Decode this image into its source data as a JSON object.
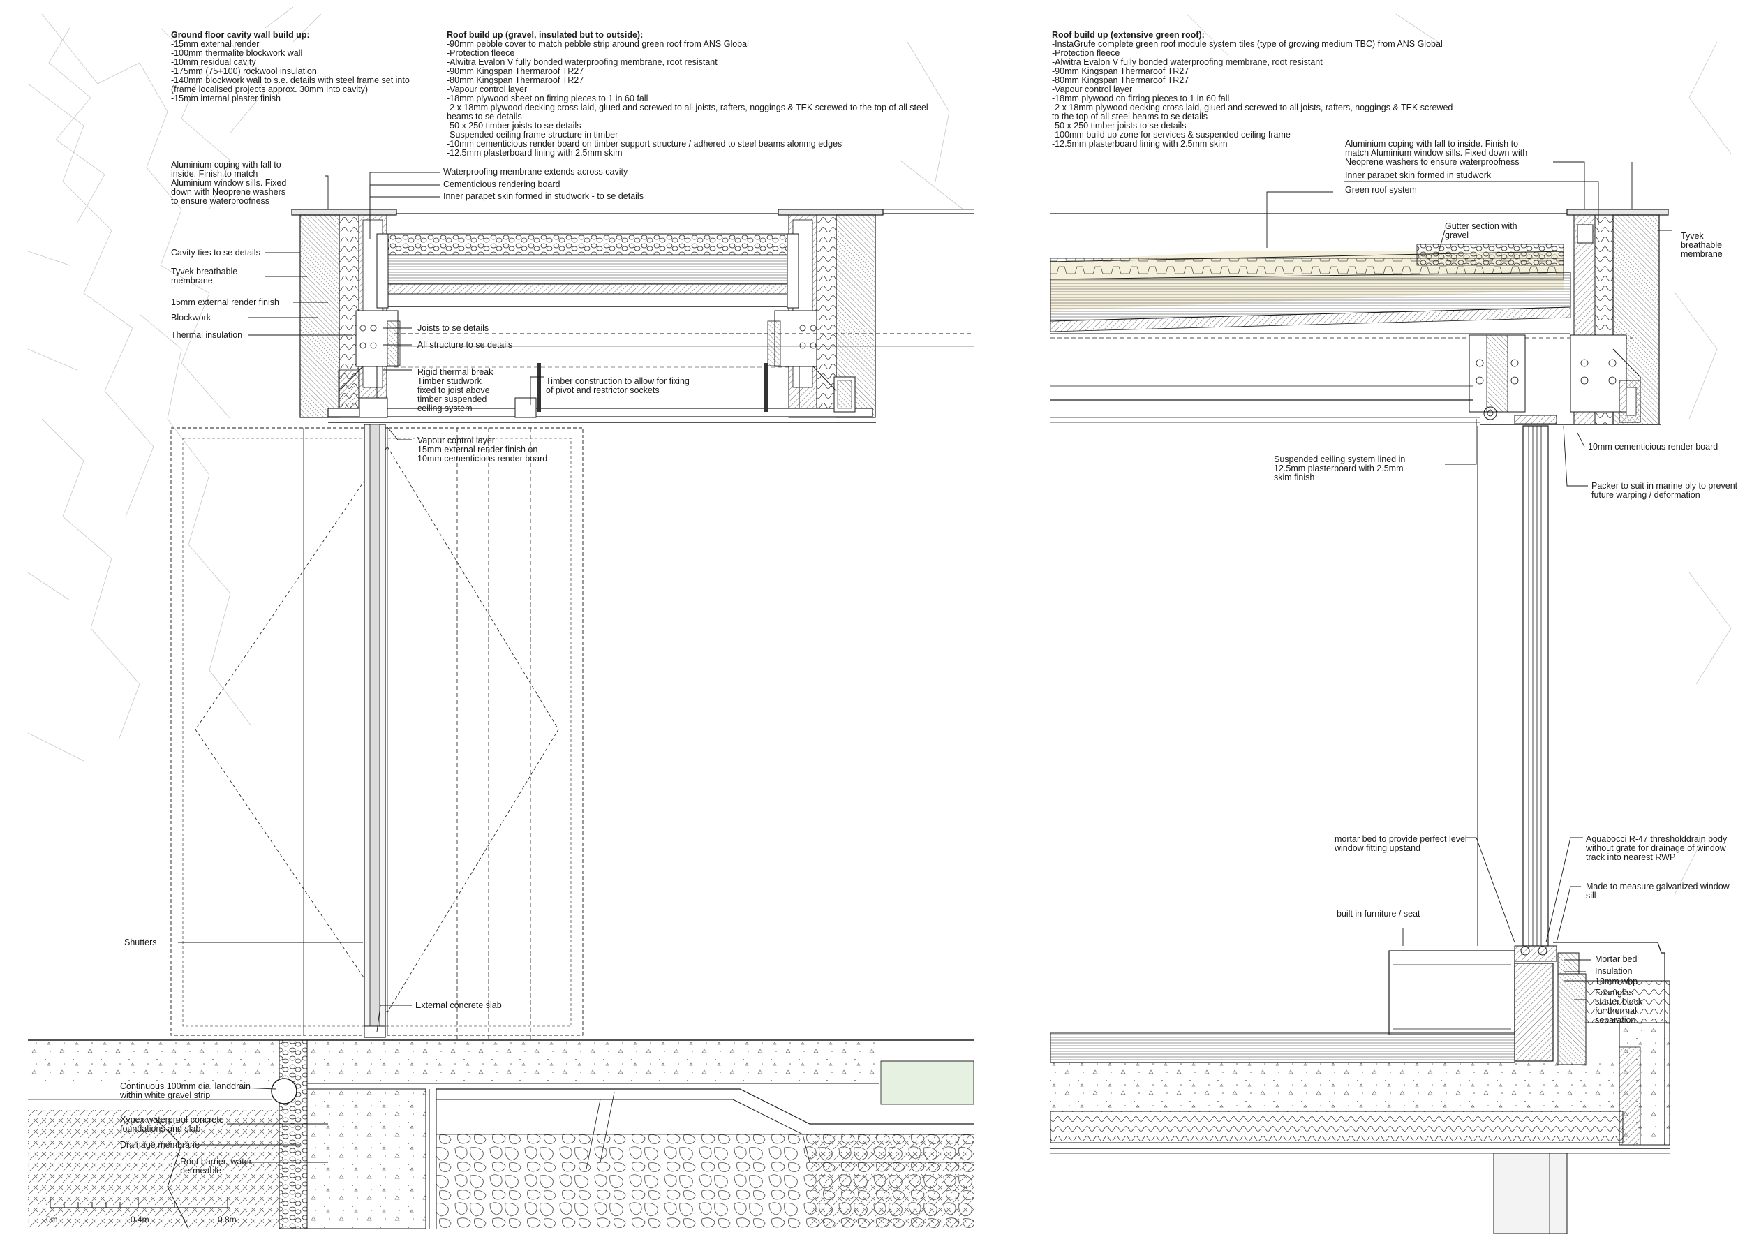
{
  "left_section": {
    "wall_buildup": {
      "title": "Ground floor cavity wall build up:",
      "lines": [
        "-15mm external render",
        "-100mm thermalite blockwork wall",
        "-10mm residual cavity",
        "-175mm (75+100) rockwool insulation",
        "-140mm blockwork wall to s.e. details with steel frame set into",
        "(frame localised projects approx. 30mm into cavity)",
        "-15mm internal plaster finish"
      ]
    },
    "roof_buildup": {
      "title": "Roof build up (gravel, insulated but to outside):",
      "lines": [
        "-90mm pebble cover to match pebble strip around green roof from ANS Global",
        "-Protection fleece",
        "-Alwitra Evalon V fully bonded waterproofing membrane, root resistant",
        "-90mm Kingspan Thermaroof TR27",
        "-80mm Kingspan Thermaroof TR27",
        "-Vapour control layer",
        "-18mm plywood sheet on firring pieces to 1 in 60 fall",
        "-2 x 18mm plywood decking cross laid, glued and screwed to all joists, rafters, noggings & TEK screwed to the top of all steel",
        "beams to se details",
        "-50 x 250 timber joists to se details",
        "-Suspended ceiling frame structure in timber",
        "-10mm cementicious render board on timber support structure / adhered to steel beams alonmg edges",
        "-12.5mm plasterboard lining with 2.5mm skim"
      ]
    },
    "labels": {
      "coping": [
        "Aluminium coping with fall to",
        "inside. Finish to match",
        "Aluminium window sills. Fixed",
        "down with Neoprene washers",
        "to ensure waterproofness"
      ],
      "waterproofing": "Waterproofing membrane extends across cavity",
      "cementicious": "Cementicious rendering board",
      "inner_parapet": "Inner parapet skin formed in studwork - to se details",
      "cavity_ties": "Cavity ties to se details",
      "tyvek": [
        "Tyvek breathable",
        "membrane"
      ],
      "render15": "15mm external render finish",
      "blockwork": "Blockwork",
      "thermal": "Thermal insulation",
      "joists": "Joists to se details",
      "all_structure": "All structure to se details",
      "rigid": [
        "Rigid thermal break",
        "Timber studwork",
        "fixed to joist above",
        "timber suspended",
        "ceiling system"
      ],
      "timber_constr": [
        "Timber construction to allow for fixing",
        "of pivot and restrictor sockets"
      ],
      "vapour": [
        "Vapour control layer",
        "15mm external render finish on",
        "10mm cementicious render board"
      ],
      "shutters": "Shutters",
      "ext_slab": "External concrete slab",
      "landdrain": [
        "Continuous 100mm dia. landdrain",
        "within white gravel strip"
      ],
      "xypex": [
        "Xypex waterproof concrete",
        "foundations and slab"
      ],
      "drainage": "Drainage membrane",
      "root_barrier": [
        "Root barrier, water",
        "permeable"
      ]
    },
    "scale": [
      "0m",
      "0.4m",
      "0.8m"
    ]
  },
  "right_section": {
    "roof_buildup": {
      "title": "Roof build up (extensive green roof):",
      "lines": [
        "-InstaGrufe complete green roof module system tiles (type of growing medium TBC) from ANS Global",
        "-Protection fleece",
        "-Alwitra Evalon V fully bonded waterproofing membrane, root resistant",
        "-90mm Kingspan Thermaroof TR27",
        "-80mm Kingspan Thermaroof TR27",
        "-Vapour control layer",
        "-18mm plywood on firring pieces to 1 in 60 fall",
        "-2 x 18mm plywood decking cross laid, glued and screwed to all joists, rafters, noggings & TEK screwed",
        "to the top of all steel beams to se details",
        "-50 x 250 timber joists to se details",
        "-100mm build up zone for services & suspended ceiling frame",
        "-12.5mm plasterboard lining with 2.5mm skim"
      ]
    },
    "labels": {
      "coping": [
        "Aluminium coping with fall to inside. Finish to",
        "match Aluminium window sills. Fixed down with",
        "Neoprene washers to ensure waterproofness"
      ],
      "inner_parapet": "Inner parapet skin formed in studwork",
      "green_roof": "Green roof system",
      "gutter": [
        "Gutter section with",
        "gravel"
      ],
      "tyvek": [
        "Tyvek",
        "breathable",
        "membrane"
      ],
      "ceiling": [
        "Suspended ceiling system lined in",
        "12.5mm plasterboard with 2.5mm",
        "skim finish"
      ],
      "render_board": "10mm cementicious render board",
      "packer": [
        "Packer to suit in marine ply to prevent",
        "future warping / deformation"
      ],
      "mortar_level": [
        "mortar bed to provide perfect level",
        "window fitting upstand"
      ],
      "aquabocci": [
        "Aquabocci R-47 thresholddrain body",
        "without grate for drainage of window",
        "track into nearest RWP"
      ],
      "galv_sill": [
        "Made to measure galvanized window",
        "sill"
      ],
      "furniture": "built in furniture / seat",
      "mortar_bed": "Mortar bed",
      "insulation": "Insulation",
      "wbp": "18mm wbp",
      "foamglas": [
        "Foamglas",
        "starter block",
        "for thermal",
        "separation"
      ]
    }
  }
}
